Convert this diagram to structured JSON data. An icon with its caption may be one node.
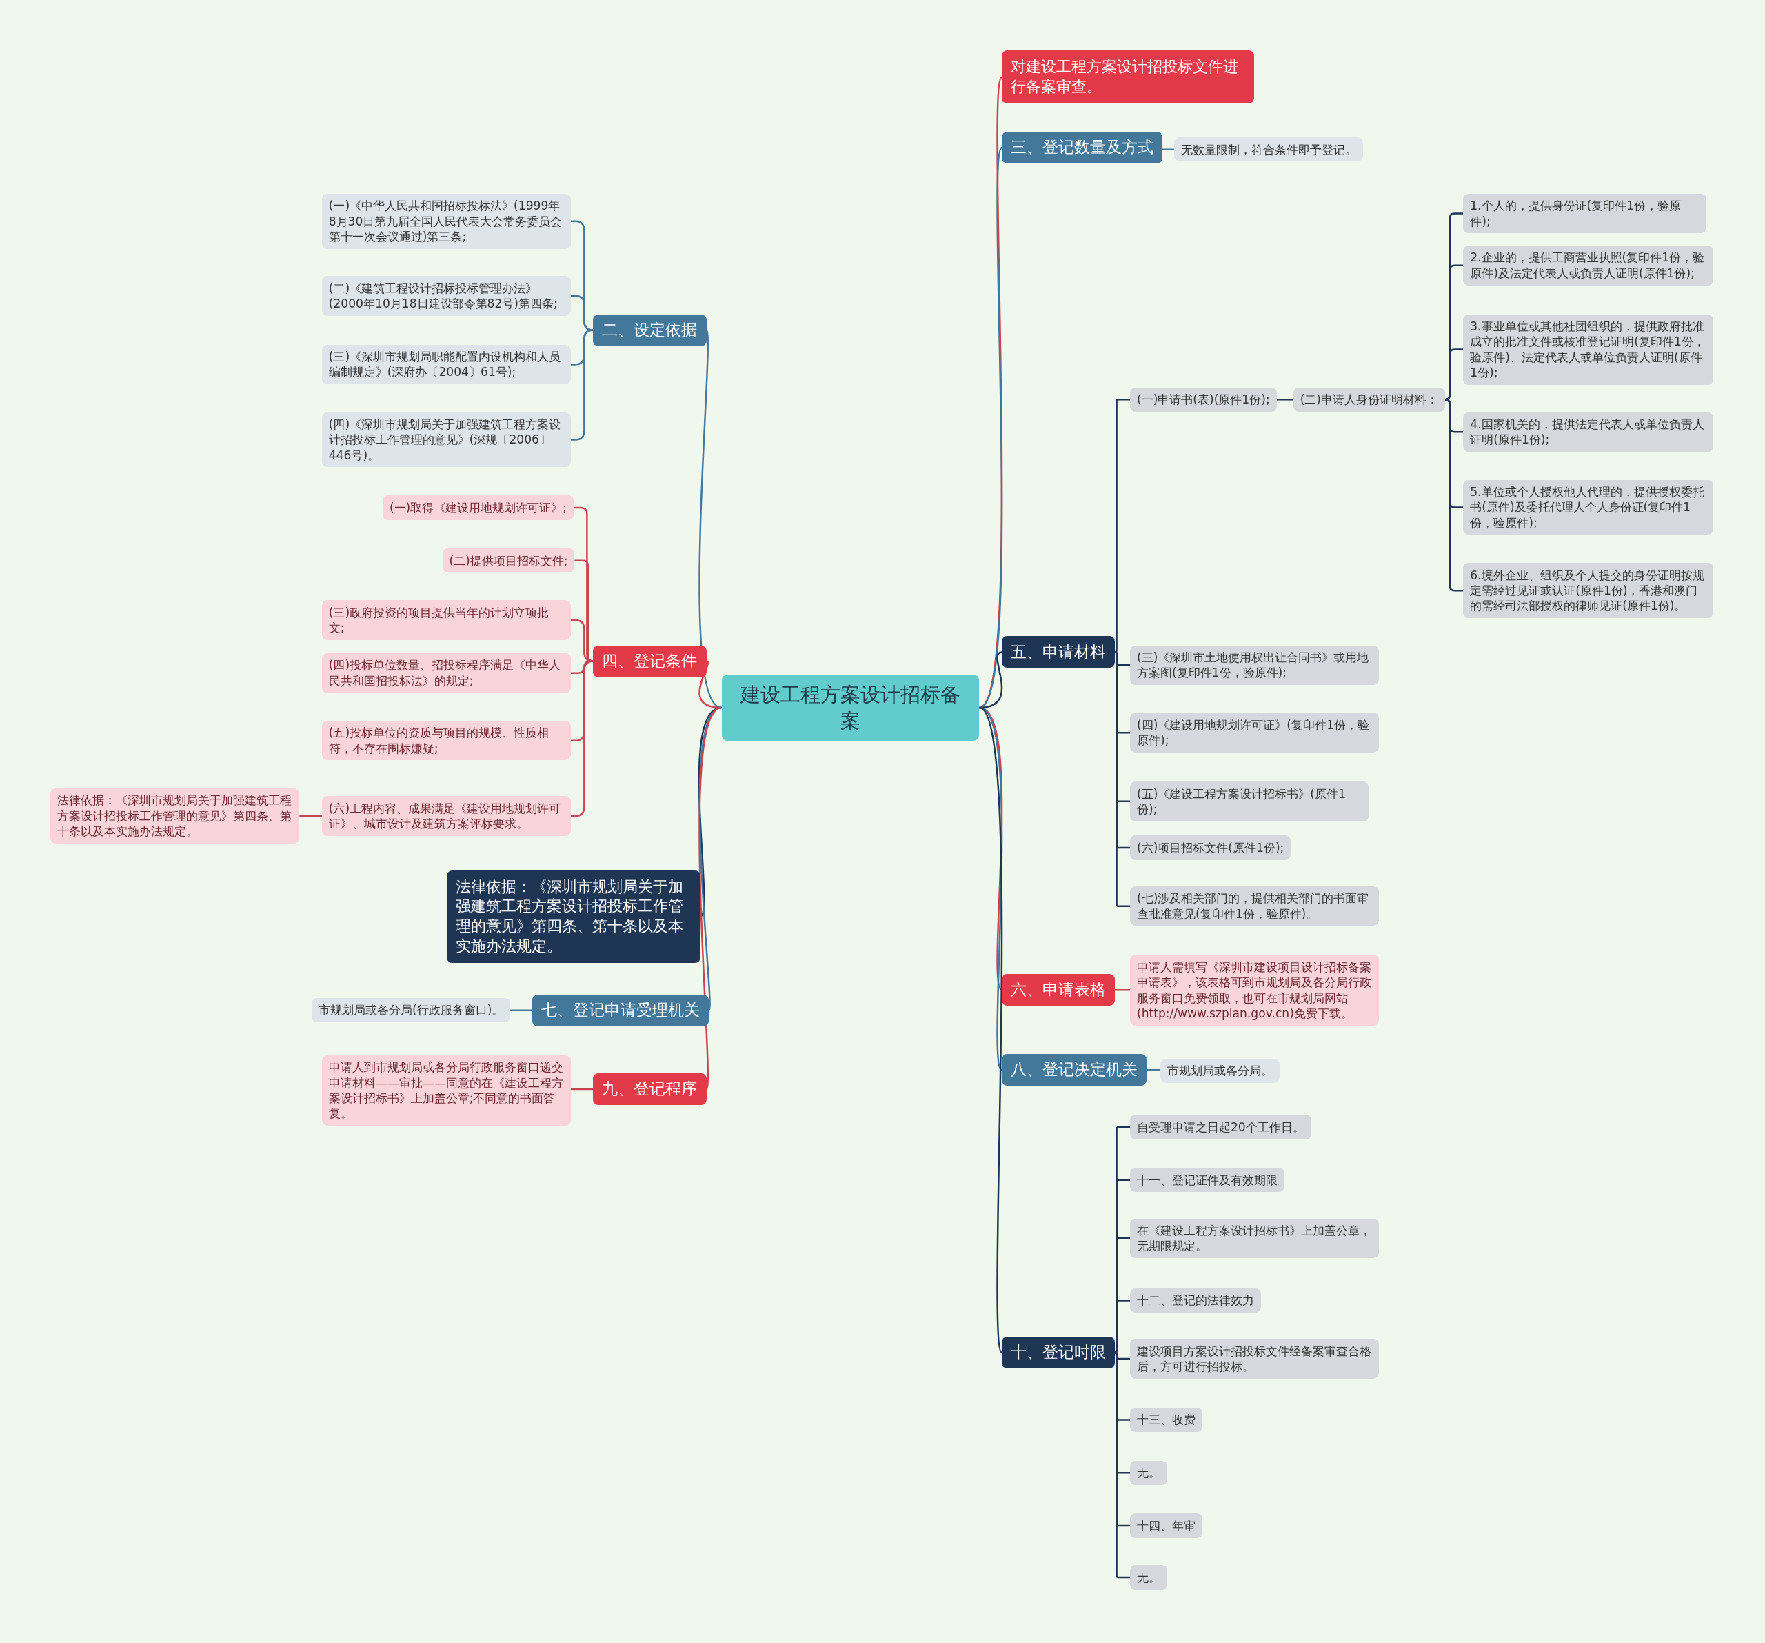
{
  "diagram": {
    "nodes": [
      {
        "text": [
          "建设工程方案设计招标备案"
        ]
      },
      {
        "text": [
          "二、设定依据"
        ]
      },
      {
        "text": [
          "(一)《中华人民共和国招标投标法》(1999年8月30日第九届全国人民代表大会常务委员会第十一次会议通过)第三条;"
        ]
      },
      {
        "text": [
          "(二)《建筑工程设计招标投标管理办法》(2000年10月18日建设部令第82号)第四条;"
        ]
      },
      {
        "text": [
          "(三)《深圳市规划局职能配置内设机构和人员编制规定》(深府办〔2004〕61号);"
        ]
      },
      {
        "text": [
          "(四)《深圳市规划局关于加强建筑工程方案设计招投标工作管理的意见》(深规〔2006〕446号)。"
        ]
      },
      {
        "text": [
          "四、登记条件"
        ]
      },
      {
        "text": [
          "(一)取得《建设用地规划许可证》;"
        ]
      },
      {
        "text": [
          "(二)提供项目招标文件;"
        ]
      },
      {
        "text": [
          "(三)政府投资的项目提供当年的计划立项批文;"
        ]
      },
      {
        "text": [
          "(四)投标单位数量、招投标程序满足《中华人民共和国招投标法》的规定;"
        ]
      },
      {
        "text": [
          "(五)投标单位的资质与项目的规模、性质相符，不存在围标嫌疑;"
        ]
      },
      {
        "text": [
          "(六)工程内容、成果满足《建设用地规划许可证》、城市设计及建筑方案评标要求。"
        ]
      },
      {
        "text": [
          "法律依据：《深圳市规划局关于加强建筑工程方案设计招投标工作管理的意见》第四条、第十条以及本实施办法规定。"
        ]
      },
      {
        "text": [
          "法律依据：《深圳市规划局关于加强建筑工程方案设计招投标工作管理的意见》第四条、第十条以及本实施办法规定。"
        ]
      },
      {
        "text": [
          "七、登记申请受理机关"
        ]
      },
      {
        "text": [
          "市规划局或各分局(行政服务窗口)。"
        ]
      },
      {
        "text": [
          "九、登记程序"
        ]
      },
      {
        "text": [
          "申请人到市规划局或各分局行政服务窗口递交申请材料——审批——同意的在《建设工程方案设计招标书》上加盖公章;不同意的书面答复。"
        ]
      },
      {
        "text": [
          "对建设工程方案设计招投标文件进行备案审查。"
        ]
      },
      {
        "text": [
          "三、登记数量及方式"
        ]
      },
      {
        "text": [
          "无数量限制，符合条件即予登记。"
        ]
      },
      {
        "text": [
          "五、申请材料"
        ]
      },
      {
        "text": [
          "(一)申请书(表)(原件1份);"
        ]
      },
      {
        "text": [
          "(二)申请人身份证明材料："
        ]
      },
      {
        "text": [
          "1.个人的，提供身份证(复印件1份，验原件);"
        ]
      },
      {
        "text": [
          "2.企业的，提供工商营业执照(复印件1份，验原件)及法定代表人或负责人证明(原件1份);"
        ]
      },
      {
        "text": [
          "3.事业单位或其他社团组织的，提供政府批准成立的批准文件或核准登记证明(复印件1份，验原件)、法定代表人或单位负责人证明(原件1份);"
        ]
      },
      {
        "text": [
          "4.国家机关的，提供法定代表人或单位负责人证明(原件1份);"
        ]
      },
      {
        "text": [
          "5.单位或个人授权他人代理的，提供授权委托书(原件)及委托代理人个人身份证(复印件1份，验原件);"
        ]
      },
      {
        "text": [
          "6.境外企业、组织及个人提交的身份证明按规定需经过见证或认证(原件1份)，香港和澳门的需经司法部授权的律师见证(原件1份)。"
        ]
      },
      {
        "text": [
          "(三)《深圳市土地使用权出让合同书》或用地方案图(复印件1份，验原件);"
        ]
      },
      {
        "text": [
          "(四)《建设用地规划许可证》(复印件1份，验原件);"
        ]
      },
      {
        "text": [
          "(五)《建设工程方案设计招标书》(原件1份);"
        ]
      },
      {
        "text": [
          "(六)项目招标文件(原件1份);"
        ]
      },
      {
        "text": [
          "(七)涉及相关部门的，提供相关部门的书面审查批准意见(复印件1份，验原件)。"
        ]
      },
      {
        "text": [
          "六、申请表格"
        ]
      },
      {
        "text": [
          "申请人需填写《深圳市建设项目设计招标备案申请表》，该表格可到市规划局及各分局行政服务窗口免费领取，也可在市规划局网站(http://www.szplan.gov.cn)免费下载。"
        ]
      },
      {
        "text": [
          "八、登记决定机关"
        ]
      },
      {
        "text": [
          "市规划局或各分局。"
        ]
      },
      {
        "text": [
          "十、登记时限"
        ]
      },
      {
        "text": [
          "自受理申请之日起20个工作日。"
        ]
      },
      {
        "text": [
          "十一、登记证件及有效期限"
        ]
      },
      {
        "text": [
          "在《建设工程方案设计招标书》上加盖公章，无期限规定。"
        ]
      },
      {
        "text": [
          "十二、登记的法律效力"
        ]
      },
      {
        "text": [
          "建设项目方案设计招投标文件经备案审查合格后，方可进行招投标。"
        ]
      },
      {
        "text": [
          "十三、收费"
        ]
      },
      {
        "text": [
          "无。"
        ]
      },
      {
        "text": [
          "十四、年审"
        ]
      },
      {
        "text": [
          "无。"
        ]
      }
    ],
    "edges": [
      {
        "from": 0,
        "to": 1,
        "arrow": "none",
        "color": "#44789a"
      },
      {
        "from": 1,
        "to": 2,
        "arrow": "none",
        "color": "#44789a"
      },
      {
        "from": 1,
        "to": 3,
        "arrow": "none",
        "color": "#44789a"
      },
      {
        "from": 1,
        "to": 4,
        "arrow": "none",
        "color": "#44789a"
      },
      {
        "from": 1,
        "to": 5,
        "arrow": "none",
        "color": "#44789a"
      },
      {
        "from": 0,
        "to": 6,
        "arrow": "none",
        "color": "#c94452"
      },
      {
        "from": 6,
        "to": 7,
        "arrow": "none",
        "color": "#c94452"
      },
      {
        "from": 6,
        "to": 8,
        "arrow": "none",
        "color": "#c94452"
      },
      {
        "from": 6,
        "to": 9,
        "arrow": "none",
        "color": "#c94452"
      },
      {
        "from": 6,
        "to": 10,
        "arrow": "none",
        "color": "#c94452"
      },
      {
        "from": 6,
        "to": 11,
        "arrow": "none",
        "color": "#c94452"
      },
      {
        "from": 6,
        "to": 12,
        "arrow": "none",
        "color": "#c94452"
      },
      {
        "from": 12,
        "to": 13,
        "arrow": "none",
        "color": "#c94452"
      },
      {
        "from": 0,
        "to": 14,
        "arrow": "none"
      },
      {
        "from": 0,
        "to": 15,
        "arrow": "none",
        "color": "#44789a"
      },
      {
        "from": 15,
        "to": 16,
        "arrow": "none",
        "color": "#44789a"
      },
      {
        "from": 0,
        "to": 17,
        "arrow": "none",
        "color": "#c94452"
      },
      {
        "from": 17,
        "to": 18,
        "arrow": "none",
        "color": "#c94452"
      },
      {
        "from": 0,
        "to": 19,
        "arrow": "none",
        "color": "#c94452"
      },
      {
        "from": 0,
        "to": 20,
        "arrow": "none",
        "color": "#44789a"
      },
      {
        "from": 20,
        "to": 21,
        "arrow": "none",
        "color": "#44789a"
      },
      {
        "from": 0,
        "to": 22,
        "arrow": "none"
      },
      {
        "from": 22,
        "to": 23,
        "arrow": "none"
      },
      {
        "from": 23,
        "to": 24,
        "arrow": "none"
      },
      {
        "from": 24,
        "to": 25,
        "arrow": "none"
      },
      {
        "from": 24,
        "to": 26,
        "arrow": "none"
      },
      {
        "from": 24,
        "to": 27,
        "arrow": "none"
      },
      {
        "from": 24,
        "to": 28,
        "arrow": "none"
      },
      {
        "from": 24,
        "to": 29,
        "arrow": "none"
      },
      {
        "from": 24,
        "to": 30,
        "arrow": "none"
      },
      {
        "from": 22,
        "to": 31,
        "arrow": "none"
      },
      {
        "from": 22,
        "to": 32,
        "arrow": "none"
      },
      {
        "from": 22,
        "to": 33,
        "arrow": "none"
      },
      {
        "from": 22,
        "to": 34,
        "arrow": "none"
      },
      {
        "from": 22,
        "to": 35,
        "arrow": "none"
      },
      {
        "from": 0,
        "to": 36,
        "arrow": "none",
        "color": "#c94452"
      },
      {
        "from": 36,
        "to": 37,
        "arrow": "none",
        "color": "#c94452"
      },
      {
        "from": 0,
        "to": 38,
        "arrow": "none",
        "color": "#44789a"
      },
      {
        "from": 38,
        "to": 39,
        "arrow": "none",
        "color": "#44789a"
      },
      {
        "from": 0,
        "to": 40,
        "arrow": "none"
      },
      {
        "from": 40,
        "to": 41,
        "arrow": "none"
      },
      {
        "from": 40,
        "to": 42,
        "arrow": "none"
      },
      {
        "from": 40,
        "to": 43,
        "arrow": "none"
      },
      {
        "from": 40,
        "to": 44,
        "arrow": "none"
      },
      {
        "from": 40,
        "to": 45,
        "arrow": "none"
      },
      {
        "from": 40,
        "to": 46,
        "arrow": "none"
      },
      {
        "from": 40,
        "to": 47,
        "arrow": "none"
      },
      {
        "from": 40,
        "to": 48,
        "arrow": "none"
      },
      {
        "from": 40,
        "to": 49,
        "arrow": "none"
      }
    ]
  }
}
